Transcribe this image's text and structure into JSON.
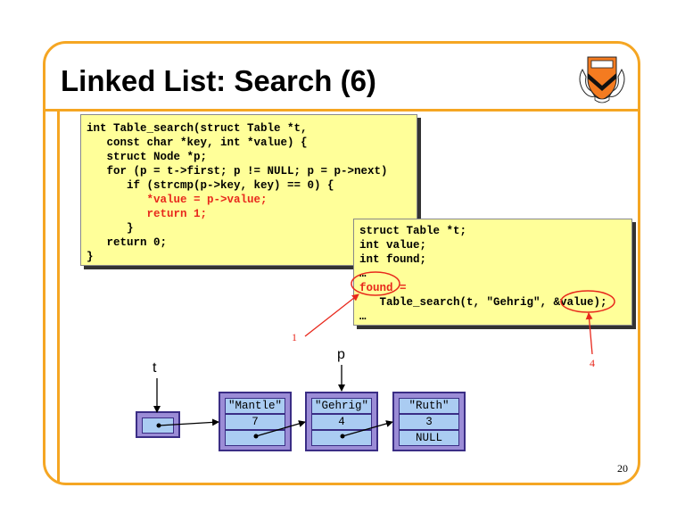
{
  "slide": {
    "title": "Linked List: Search (6)",
    "page_number": "20"
  },
  "code_main": {
    "lines": [
      {
        "text": "int Table_search(struct Table *t,",
        "color": "black"
      },
      {
        "text": "   const char *key, int *value) {",
        "color": "black"
      },
      {
        "text": "   struct Node *p;",
        "color": "black"
      },
      {
        "text": "   for (p = t->first; p != NULL; p = p->next)",
        "color": "black"
      },
      {
        "text": "      if (strcmp(p->key, key) == 0) {",
        "color": "black"
      },
      {
        "text": "         *value = p->value;",
        "color": "red"
      },
      {
        "text": "         return 1;",
        "color": "red"
      },
      {
        "text": "      }",
        "color": "black"
      },
      {
        "text": "   return 0;",
        "color": "black"
      },
      {
        "text": "}",
        "color": "black"
      }
    ]
  },
  "code_call": {
    "lines": [
      {
        "text": "struct Table *t;",
        "color": "black"
      },
      {
        "text": "int value;",
        "color": "black"
      },
      {
        "text": "int found;",
        "color": "black"
      },
      {
        "text": "…",
        "color": "black"
      },
      {
        "text": "found =",
        "color": "red"
      },
      {
        "text": "   Table_search(t, \"Gehrig\", &value);",
        "color": "black"
      },
      {
        "text": "…",
        "color": "black"
      }
    ]
  },
  "annotations": {
    "one": "1",
    "four": "4"
  },
  "pointers": {
    "t": "t",
    "p": "p"
  },
  "nodes": [
    {
      "key": "\"Mantle\"",
      "value": "7",
      "next": ""
    },
    {
      "key": "\"Gehrig\"",
      "value": "4",
      "next": ""
    },
    {
      "key": "\"Ruth\"",
      "value": "3",
      "next": "NULL"
    }
  ],
  "colors": {
    "frame": "#f5a623",
    "code_bg": "#ffff99",
    "highlight": "#e8281c",
    "node_fill": "#9b8cd6",
    "cell_fill": "#aaccf2"
  },
  "icons": {
    "logo": "princeton-shield-icon"
  }
}
